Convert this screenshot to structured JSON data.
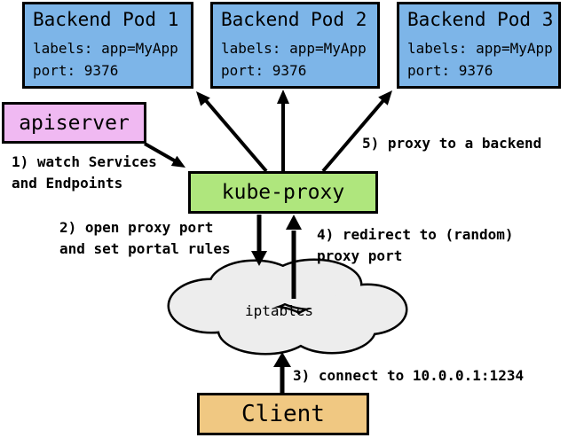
{
  "pods": [
    {
      "title": "Backend Pod 1",
      "labels_line": "labels: app=MyApp",
      "port_line": "port: 9376"
    },
    {
      "title": "Backend Pod 2",
      "labels_line": "labels: app=MyApp",
      "port_line": "port: 9376"
    },
    {
      "title": "Backend Pod 3",
      "labels_line": "labels: app=MyApp",
      "port_line": "port: 9376"
    }
  ],
  "nodes": {
    "apiserver": "apiserver",
    "kube_proxy": "kube-proxy",
    "iptables": "iptables",
    "client": "Client"
  },
  "annotations": {
    "step1": [
      "1) watch Services",
      "and Endpoints"
    ],
    "step2": [
      "2) open proxy port",
      "and set portal rules"
    ],
    "step3": [
      "3) connect to 10.0.0.1:1234"
    ],
    "step4": [
      "4) redirect to (random)",
      "proxy port"
    ],
    "step5": [
      "5) proxy to a backend"
    ]
  },
  "colors": {
    "background": "#ffffff",
    "pod_fill": "#7DB5E8",
    "apiserver_fill": "#F0B9F2",
    "kube_proxy_fill": "#AFE67D",
    "client_fill": "#F0C882",
    "cloud_fill": "#EDEDED",
    "line": "#000000"
  }
}
